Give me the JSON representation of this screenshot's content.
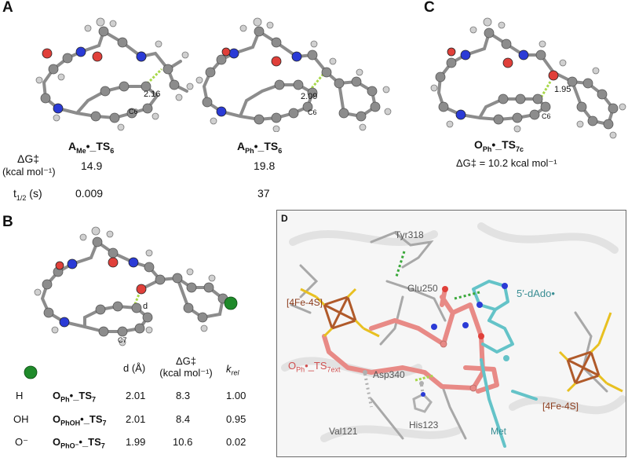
{
  "panels": {
    "A": {
      "letter": "A",
      "dg_label_line1": "ΔG‡",
      "dg_label_line2": "(kcal mol⁻¹)",
      "thalf_label": "t1/2 (s)",
      "structures": [
        {
          "name_main": "A",
          "name_sub": "Me",
          "name_suffix": "•_TS",
          "name_ts_sub": "6",
          "distance": "2.16",
          "atom": "C6",
          "dg": "14.9",
          "thalf": "0.009"
        },
        {
          "name_main": "A",
          "name_sub": "Ph",
          "name_suffix": "•_TS",
          "name_ts_sub": "6",
          "distance": "2.09",
          "atom": "C6",
          "dg": "19.8",
          "thalf": "37"
        }
      ]
    },
    "C": {
      "letter": "C",
      "name_main": "O",
      "name_sub": "Ph",
      "name_suffix": "•_TS",
      "name_ts_sub": "7c",
      "distance": "1.95",
      "atom": "C6",
      "dg_text": "ΔG‡ = 10.2 kcal mol⁻¹"
    },
    "B": {
      "letter": "B",
      "distance_label": "d",
      "atom": "C7",
      "table": {
        "headers": [
          "d (Å)",
          "ΔG‡",
          "(kcal mol⁻¹)",
          "k",
          "rel"
        ],
        "rows": [
          {
            "sub": "H",
            "name_main": "O",
            "name_sub": "Ph",
            "name_suffix": "•_TS",
            "name_ts_sub": "7",
            "d": "2.01",
            "dg": "8.3",
            "krel": "1.00"
          },
          {
            "sub": "OH",
            "name_main": "O",
            "name_sub": "PhOH",
            "name_suffix": "•_TS",
            "name_ts_sub": "7",
            "d": "2.01",
            "dg": "8.4",
            "krel": "0.95"
          },
          {
            "sub": "O⁻",
            "name_main": "O",
            "name_sub": "PhO⁻",
            "name_suffix": "•_TS",
            "name_ts_sub": "7",
            "d": "1.99",
            "dg": "10.6",
            "krel": "0.02"
          }
        ]
      }
    },
    "D": {
      "letter": "D",
      "labels": {
        "tyr": "Tyr318",
        "glu": "Glu250",
        "fes_left": "[4Fe-4S]",
        "dado": "5′-dAdo•",
        "ts_main": "O",
        "ts_sub1": "Ph",
        "ts_suffix": "•_TS",
        "ts_sub2": "7ext",
        "asp": "Asp340",
        "val": "Val121",
        "his": "His123",
        "met": "Met",
        "fes_right": "[4Fe-4S]"
      }
    }
  },
  "colors": {
    "carbon": "#8c8c8c",
    "oxygen": "#e0403a",
    "nitrogen": "#2b3bd6",
    "hbond": "#a8d84a",
    "salmon": "#e88a86",
    "cyan": "#64c3c8",
    "iron": "#b05a2a",
    "sulfur": "#e8c020",
    "green_atom": "#1f8a2a",
    "dado_text": "#3a8e94",
    "fes_text": "#8a3a1a",
    "ts_text": "#d05050"
  }
}
